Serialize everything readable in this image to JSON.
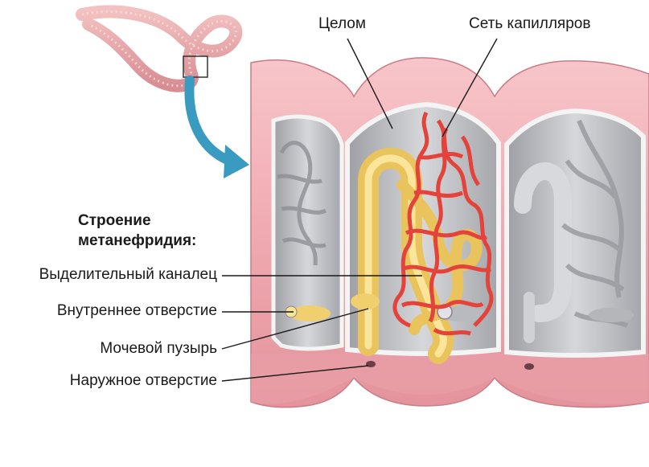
{
  "labels": {
    "coelom": "Целом",
    "capillary_network": "Сеть капилляров",
    "heading_line1": "Строение",
    "heading_line2": "метанефридия:",
    "excretory_canal": "Выделительный каналец",
    "inner_opening": "Внутреннее отверстие",
    "urinary_bladder": "Мочевой пузырь",
    "outer_opening": "Наружное отверстие"
  },
  "colors": {
    "body_wall": "#f4b8bd",
    "body_wall_dark": "#d98b93",
    "cavity": "#c9cacd",
    "nephridium": "#f5d67a",
    "capillary": "#e3433a",
    "grey_structure": "#b8b8bc",
    "arrow": "#3a9bc1"
  }
}
